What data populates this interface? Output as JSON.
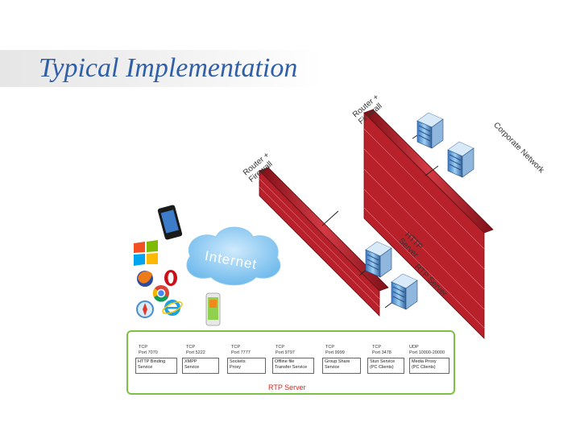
{
  "title": "Typical Implementation",
  "labels": {
    "router_firewall_right": "Router +\nFirewall",
    "router_firewall_left": "Router +\nFirewall",
    "corporate_network": "Corporate Network",
    "http_server": "HTTP\nServer",
    "rtp_server_vertical": "RTP Server",
    "internet": "Internet"
  },
  "panel": {
    "ports": [
      "TCP\nPort 7070",
      "TCP\nPort 5222",
      "TCP\nPort 7777",
      "TCP\nPort 9797",
      "TCP\nPort 9999",
      "TCP\nPort 3478",
      "UDP\nPort 10000-20000"
    ],
    "services": [
      "HTTP Binding\nService",
      "XMPP\nService",
      "Sockets\nProxy",
      "Offline file\nTransfer Service",
      "Group Share\nService",
      "Stun Service\n(PC Clients)",
      "Media Proxy\n(PC Clients)"
    ],
    "caption": "RTP Server"
  },
  "icons": [
    "iphone-icon",
    "windows-logo-icon",
    "opera-icon",
    "firefox-icon",
    "chrome-icon",
    "safari-icon",
    "internet-explorer-icon",
    "galaxy-phone-icon",
    "server-icon",
    "firewall-wall-icon",
    "cloud-icon"
  ],
  "colors": {
    "title": "#2f5fa8",
    "wall": "#b8202a",
    "panel_border": "#7cc242",
    "caption": "#e0271f",
    "cloud": "#7cc3f0"
  }
}
